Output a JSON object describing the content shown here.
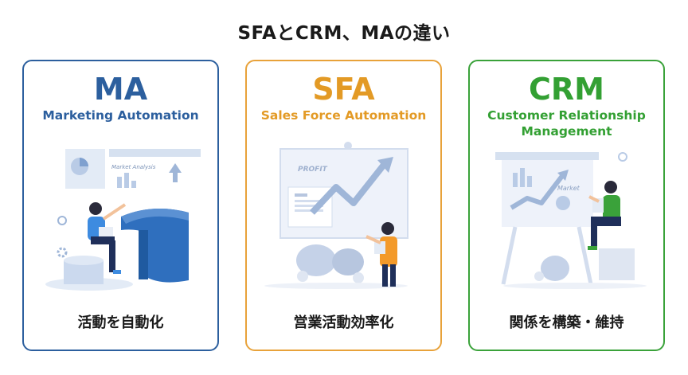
{
  "title": "SFAとCRM、MAの違い",
  "cards": [
    {
      "abbr": "MA",
      "full": "Marketing Automation",
      "description": "活動を自動化",
      "accent": "#2c5f9e",
      "illustration_text": "Market Analysis"
    },
    {
      "abbr": "SFA",
      "full": "Sales Force Automation",
      "description": "営業活動効率化",
      "accent": "#e39a25",
      "illustration_text": "PROFIT"
    },
    {
      "abbr": "CRM",
      "full": "Customer Relationship Management",
      "description": "関係を構築・維持",
      "accent": "#33a033",
      "illustration_text": "Market"
    }
  ]
}
